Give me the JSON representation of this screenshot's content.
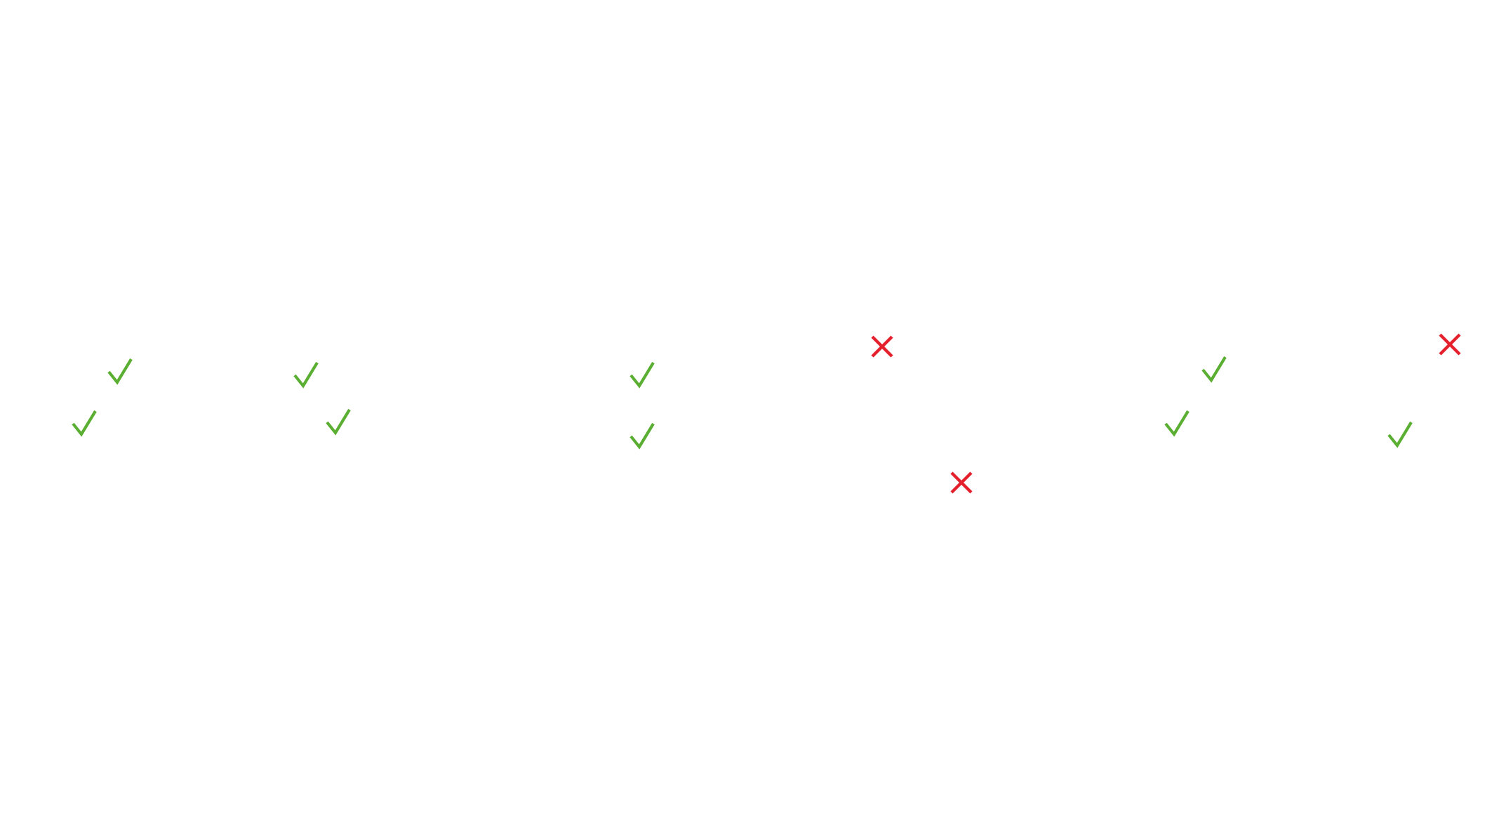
{
  "colors": {
    "background": "#ffffff",
    "check": "#5aae32",
    "cross": "#e3202b"
  },
  "groups": [
    {
      "marks": [
        {
          "icon": "check-icon",
          "status": "correct"
        },
        {
          "icon": "check-icon",
          "status": "correct"
        }
      ]
    },
    {
      "marks": [
        {
          "icon": "check-icon",
          "status": "correct"
        },
        {
          "icon": "check-icon",
          "status": "correct"
        }
      ]
    },
    {
      "marks": [
        {
          "icon": "check-icon",
          "status": "correct"
        },
        {
          "icon": "check-icon",
          "status": "correct"
        }
      ]
    },
    {
      "marks": [
        {
          "icon": "cross-icon",
          "status": "incorrect"
        },
        {
          "icon": "cross-icon",
          "status": "incorrect"
        }
      ]
    },
    {
      "marks": [
        {
          "icon": "check-icon",
          "status": "correct"
        },
        {
          "icon": "check-icon",
          "status": "correct"
        }
      ]
    },
    {
      "marks": [
        {
          "icon": "cross-icon",
          "status": "incorrect"
        },
        {
          "icon": "check-icon",
          "status": "correct"
        }
      ]
    }
  ]
}
